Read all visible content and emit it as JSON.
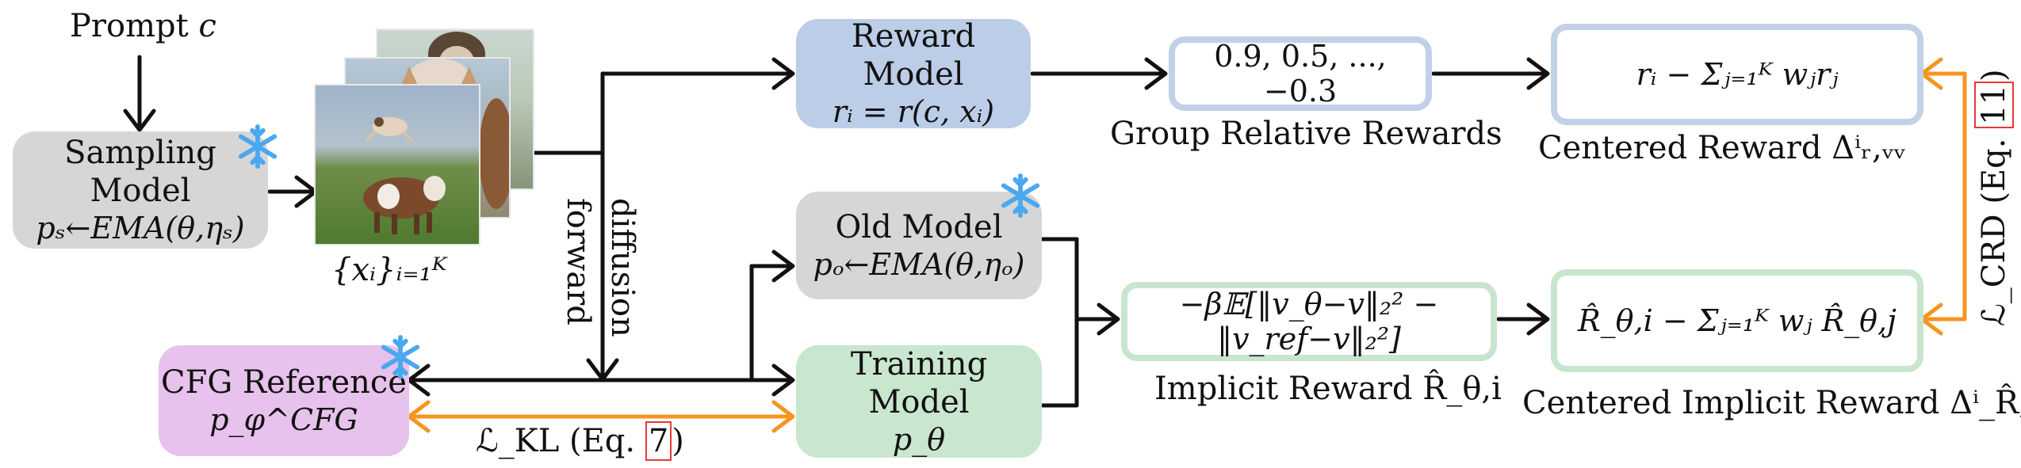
{
  "prompt": {
    "label": "Prompt",
    "var": "c"
  },
  "sampling_model": {
    "title": "Sampling Model",
    "formula": "pₛ←EMA(θ,ηₛ)"
  },
  "samples_label": "{xᵢ}ᵢ₌₁ᴷ",
  "forward_diffusion": {
    "line1": "forward",
    "line2": "diffusion"
  },
  "reward_model": {
    "title": "Reward Model",
    "formula": "rᵢ = r(c, xᵢ)"
  },
  "group_rewards": {
    "values": "0.9, 0.5, ..., −0.3",
    "label": "Group Relative Rewards"
  },
  "centered_reward": {
    "formula": "rᵢ − Σⱼ₌₁ᴷ wⱼrⱼ",
    "label": "Centered Reward Δⁱᵣ,ᵥᵥ"
  },
  "old_model": {
    "title": "Old Model",
    "formula": "pₒ←EMA(θ,ηₒ)"
  },
  "training_model": {
    "title": "Training Model",
    "formula": "p_θ"
  },
  "cfg_reference": {
    "title": "CFG Reference",
    "formula": "p_φ^CFG"
  },
  "kl_loss": {
    "prefix": "ℒ_KL (Eq. ",
    "ref": "7",
    "suffix": ")"
  },
  "implicit_reward": {
    "formula": "−β𝔼[‖v_θ−v‖₂² − ‖v_ref−v‖₂²]",
    "label": "Implicit Reward R̂_θ,i"
  },
  "centered_implicit_reward": {
    "formula": "R̂_θ,i − Σⱼ₌₁ᴷ wⱼ R̂_θ,j",
    "label": "Centered Implicit Reward Δⁱ_R̂,w"
  },
  "crd_loss": {
    "prefix": "ℒ_CRD (Eq. ",
    "ref": "11",
    "suffix": ")"
  },
  "colors": {
    "black_arrow": "#111111",
    "orange_arrow": "#f7941d",
    "ref_box": "#e53935"
  }
}
